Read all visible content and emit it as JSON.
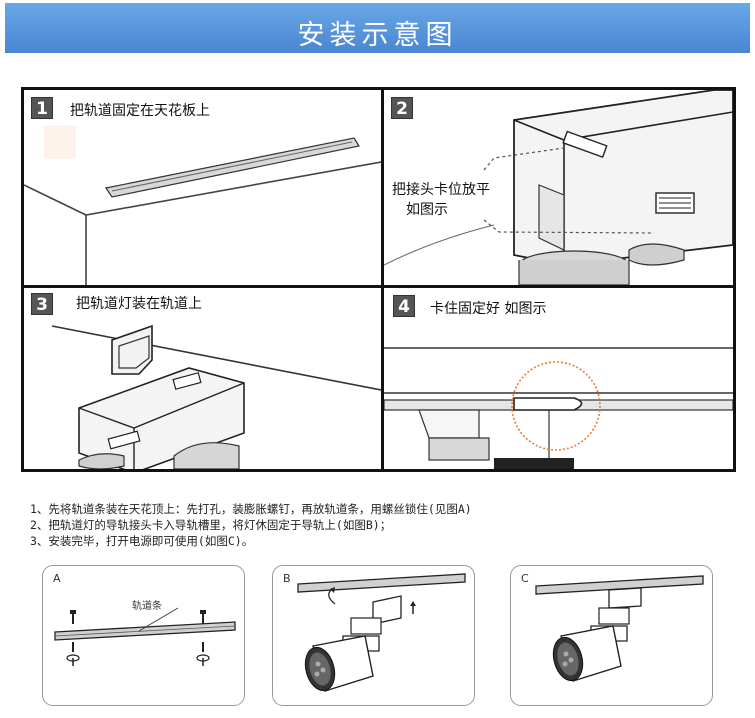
{
  "title": "安装示意图",
  "steps": [
    {
      "number": "1",
      "label": "把轨道固定在天花板上"
    },
    {
      "number": "2",
      "label": "",
      "callout": [
        "把接头卡位放平",
        "如图示"
      ]
    },
    {
      "number": "3",
      "label": "把轨道灯装在轨道上"
    },
    {
      "number": "4",
      "label": "卡住固定好  如图示"
    }
  ],
  "notes": [
    "1、先将轨道条装在天花顶上：先打孔，装膨胀螺钉，再放轨道条，用螺丝锁住(见图A)",
    "2、把轨道灯的导轨接头卡入导轨槽里，将灯休固定于导轨上(如图B)；",
    "3、安装完毕，打开电源即可使用(如图C)。"
  ],
  "figures": [
    {
      "letter": "A",
      "label": "轨道条"
    },
    {
      "letter": "B",
      "label": ""
    },
    {
      "letter": "C",
      "label": ""
    }
  ],
  "colors": {
    "banner": "#4a86d2",
    "banner_text": "#ffffff",
    "highlight_circle": "#f07a2a"
  }
}
